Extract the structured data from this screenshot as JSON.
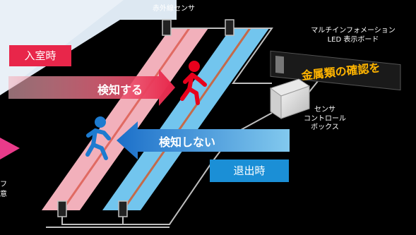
{
  "labels": {
    "ir_sensor": "赤外線センサ",
    "multi_info_line1": "マルチインフォメーション",
    "multi_info_line2": "LED 表示ボード",
    "control_box_line1": "センサ",
    "control_box_line2": "コントロール",
    "control_box_line3": "ボックス"
  },
  "tags": {
    "entering": "入室時",
    "exiting": "退出時",
    "detect": "検知する",
    "not_detect": "検知しない"
  },
  "led_board": {
    "message": "金属類の確認を"
  },
  "partial": {
    "left_1": "フ",
    "left_2": "意"
  },
  "colors": {
    "pink_lane": "#f2b0bb",
    "blue_lane": "#72c5ee",
    "entering_tag": "#e8264a",
    "exiting_tag": "#1b8fd6",
    "led_text": "#ffb400",
    "walker_red": "#e8001c",
    "walker_blue": "#1d7bd0"
  }
}
